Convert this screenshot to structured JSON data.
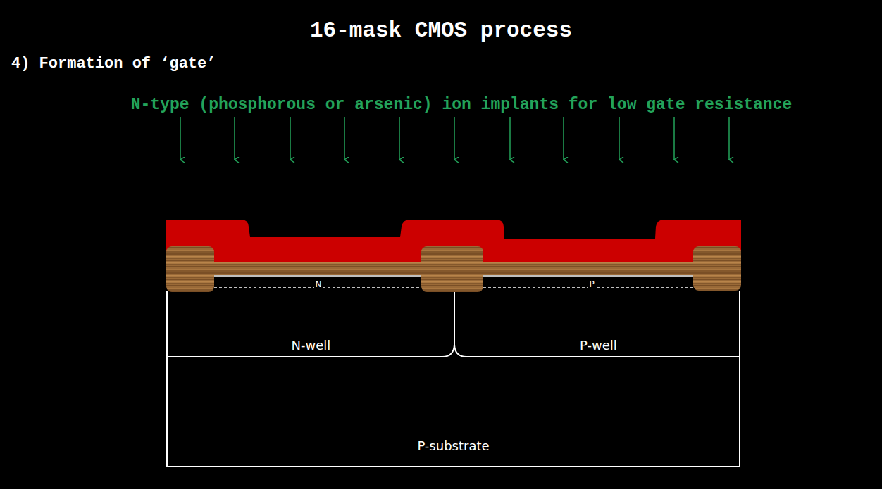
{
  "diagram": {
    "title": "16-mask CMOS process",
    "nodes": [
      {
        "text": [
          "P-substrate"
        ]
      },
      {
        "text": [
          "N-well"
        ],
        "in": 0
      },
      {
        "text": [
          "P-well"
        ],
        "in": 0
      }
    ],
    "labels": [
      "4) Formation of ‘gate’",
      "N-type (phosphorous or arsenic) ion implants for low gate resistance",
      "N",
      "P"
    ]
  }
}
